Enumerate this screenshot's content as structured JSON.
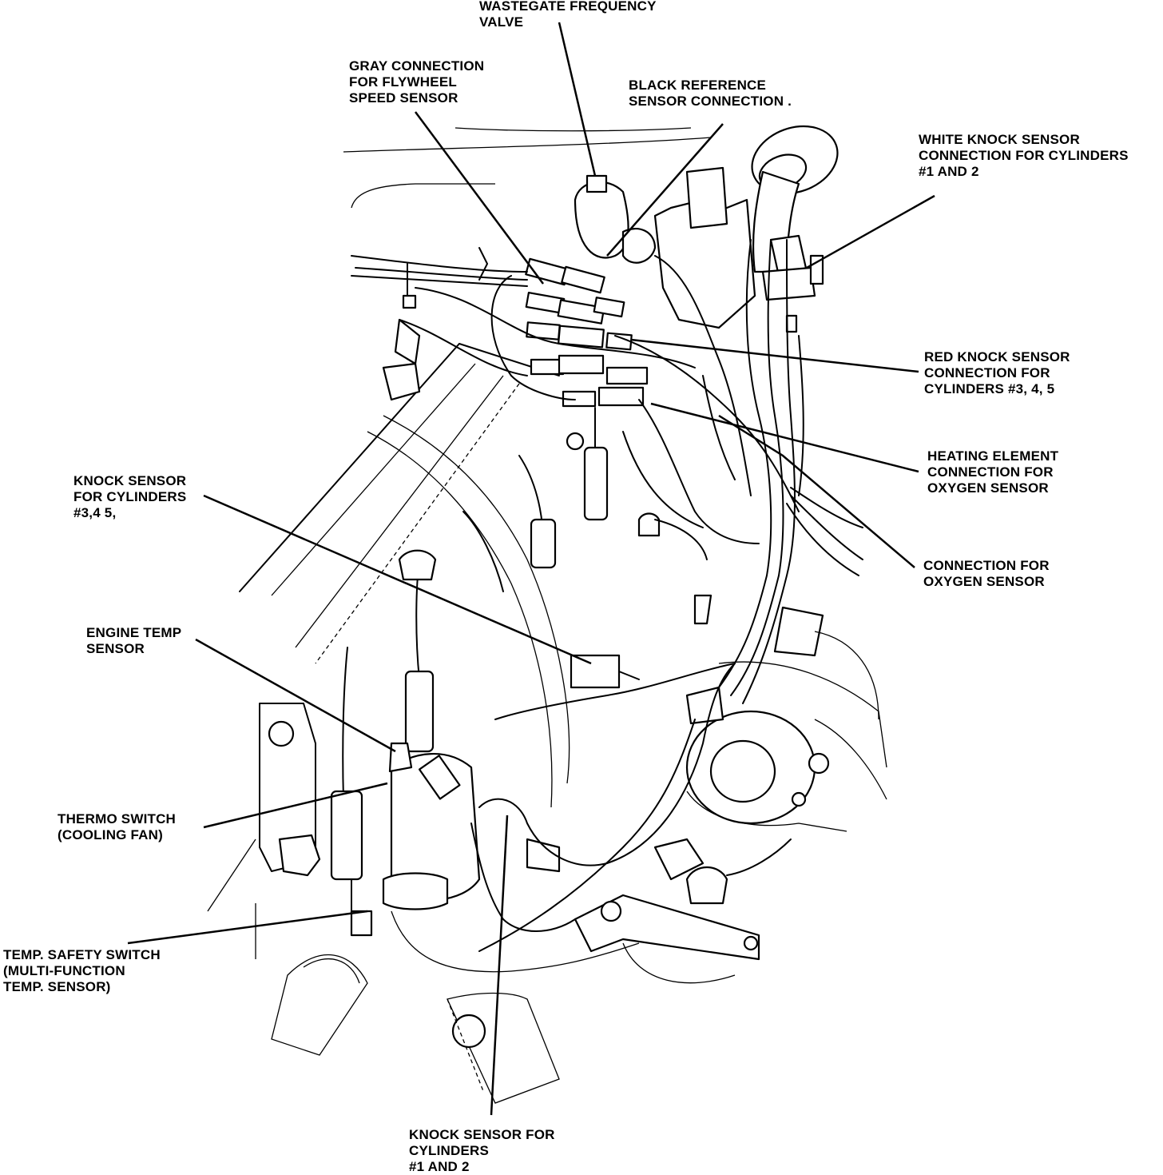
{
  "labels": {
    "wastegate": [
      "WASTEGATE FREQUENCY",
      "VALVE"
    ],
    "gray_connection": [
      "GRAY CONNECTION",
      "FOR FLYWHEEL",
      "SPEED SENSOR"
    ],
    "black_reference": [
      "BLACK REFERENCE",
      "SENSOR CONNECTION ."
    ],
    "white_knock": [
      "WHITE KNOCK SENSOR",
      "CONNECTION FOR CYLINDERS",
      "#1 AND 2"
    ],
    "red_knock": [
      "RED KNOCK SENSOR",
      "CONNECTION FOR",
      "CYLINDERS #3, 4, 5"
    ],
    "heating_element": [
      "HEATING ELEMENT",
      "CONNECTION FOR",
      "OXYGEN SENSOR"
    ],
    "connection_oxygen": [
      "CONNECTION FOR",
      "OXYGEN SENSOR"
    ],
    "knock_345": [
      "KNOCK SENSOR",
      "FOR CYLINDERS",
      "#3,4 5,"
    ],
    "engine_temp": [
      "ENGINE TEMP",
      "SENSOR"
    ],
    "thermo_switch": [
      "THERMO SWITCH",
      "(COOLING FAN)"
    ],
    "temp_safety": [
      "TEMP. SAFETY SWITCH",
      "(MULTI-FUNCTION",
      "TEMP. SENSOR)"
    ],
    "knock_12": [
      "KNOCK SENSOR FOR",
      "CYLINDERS",
      "#1 AND 2"
    ]
  }
}
